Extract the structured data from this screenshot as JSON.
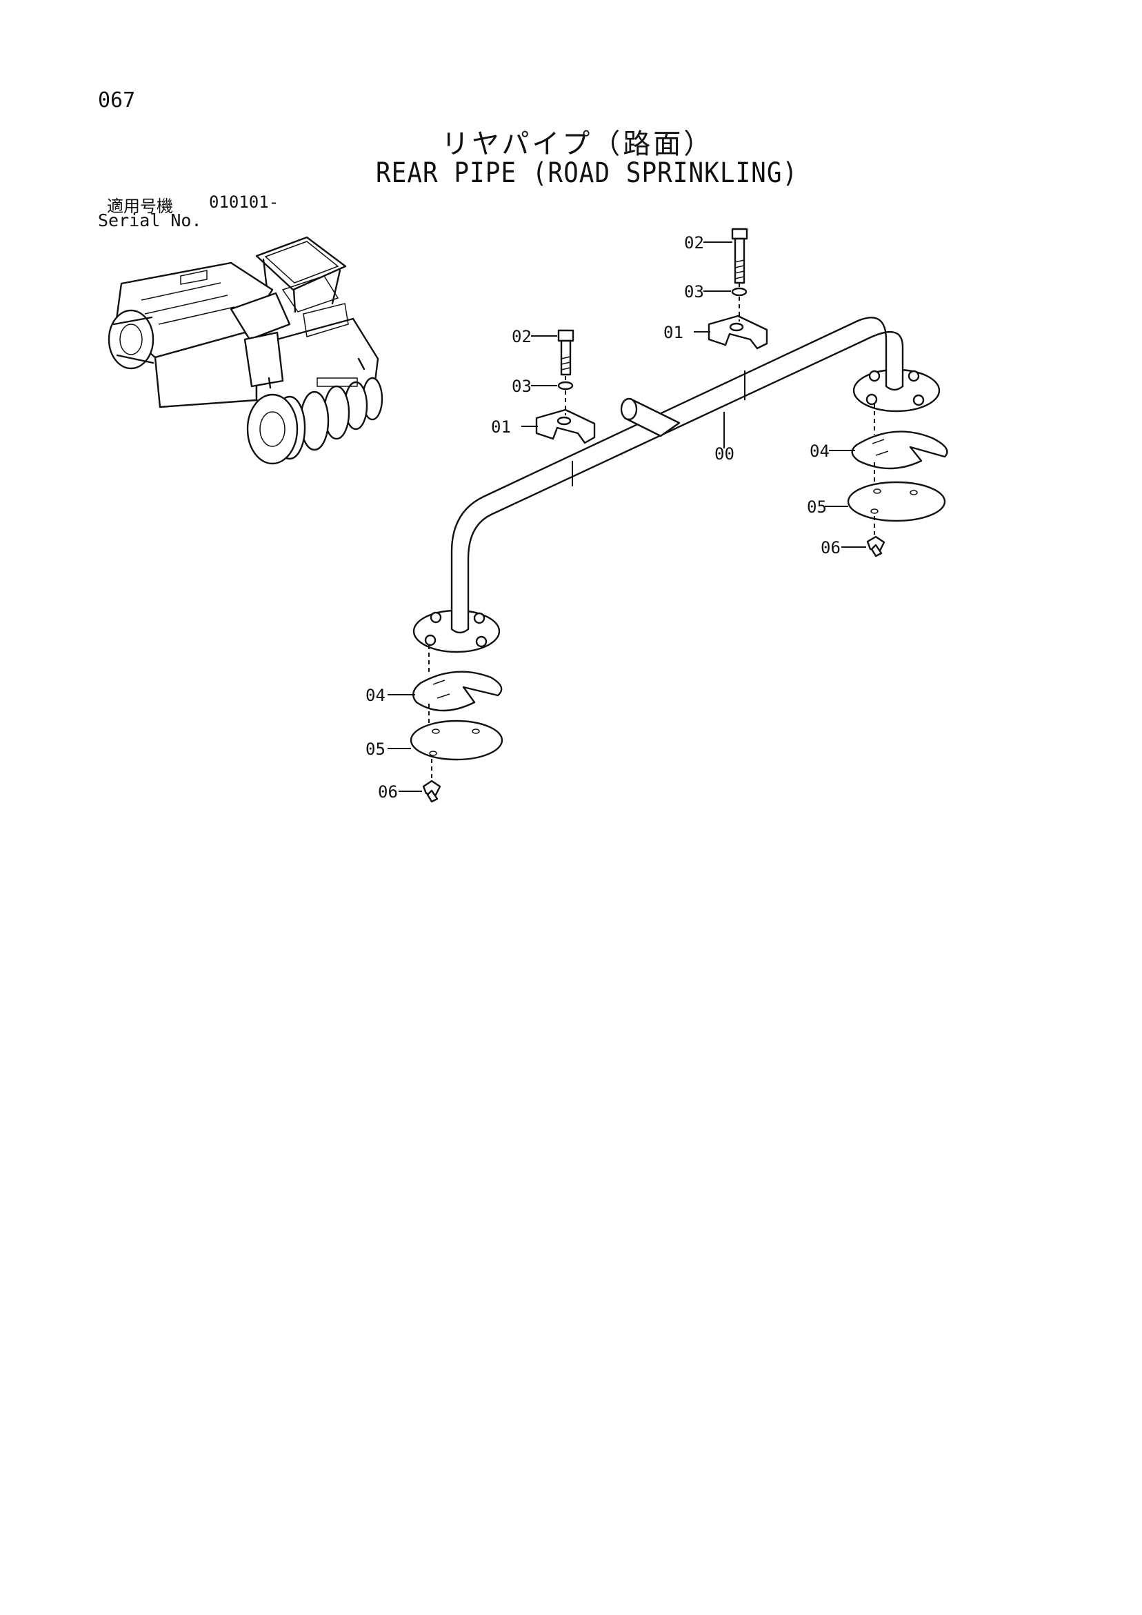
{
  "page_number": "067",
  "title_jp": "リヤパイプ（路面）",
  "title_en": "REAR PIPE (ROAD SPRINKLING)",
  "serial_label_jp": "適用号機",
  "serial_value": "010101-",
  "serial_label_en": "Serial No.",
  "callouts": {
    "c00": "00",
    "c01a": "01",
    "c01b": "01",
    "c02a": "02",
    "c02b": "02",
    "c03a": "03",
    "c03b": "03",
    "c04a": "04",
    "c04b": "04",
    "c05a": "05",
    "c05b": "05",
    "c06a": "06",
    "c06b": "06"
  },
  "icons": [
    "machine-illustration",
    "rear-pipe",
    "pipe-clamp",
    "bolt",
    "washer",
    "spray-plate",
    "cover-plate",
    "wing-nut"
  ]
}
